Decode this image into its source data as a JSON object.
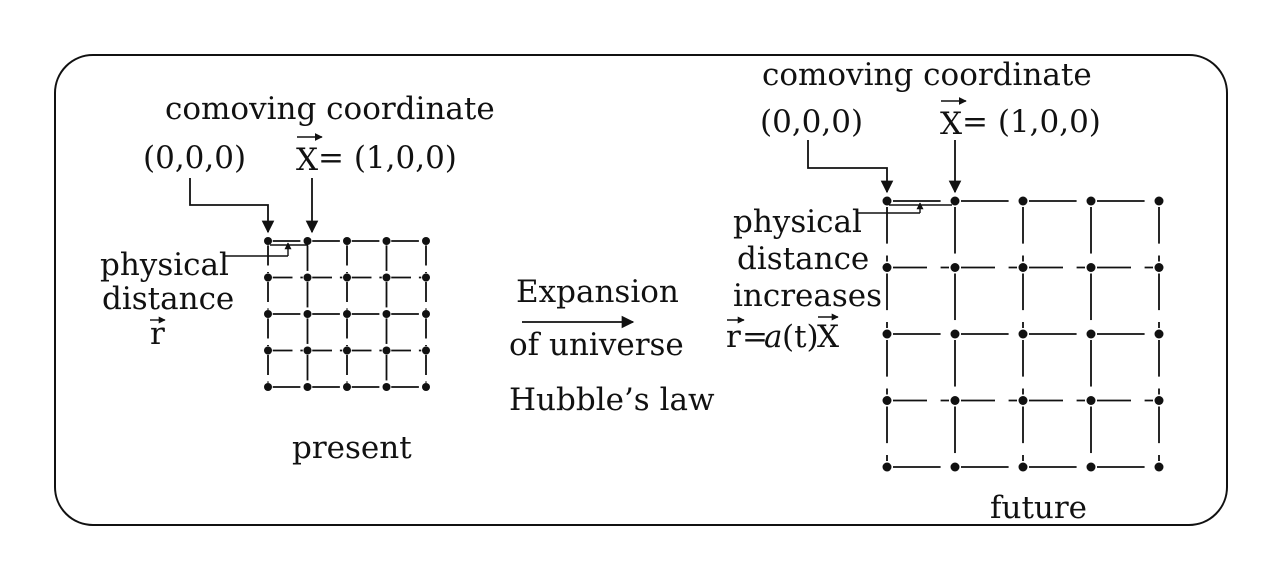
{
  "present": {
    "heading": "comoving coordinate",
    "origin": "(0,0,0)",
    "x_symbol": "X",
    "x_value": "= (1,0,0)",
    "physical_line1": "physical",
    "physical_line2": "distance",
    "r_symbol": "r",
    "caption": "present"
  },
  "middle": {
    "line1": "Expansion",
    "line2": "of universe",
    "line3": "Hubble’s law"
  },
  "future": {
    "heading": "comoving coordinate",
    "origin": "(0,0,0)",
    "x_symbol": "X",
    "x_value": "= (1,0,0)",
    "physical_line1": "physical",
    "physical_line2": "distance",
    "physical_line3": "increases",
    "formula_r": "r",
    "formula_eq": "=",
    "formula_a": "a",
    "formula_t": "(t)",
    "formula_x": "X",
    "caption": "future"
  },
  "colors": {
    "ink": "#111111",
    "background": "#ffffff"
  }
}
